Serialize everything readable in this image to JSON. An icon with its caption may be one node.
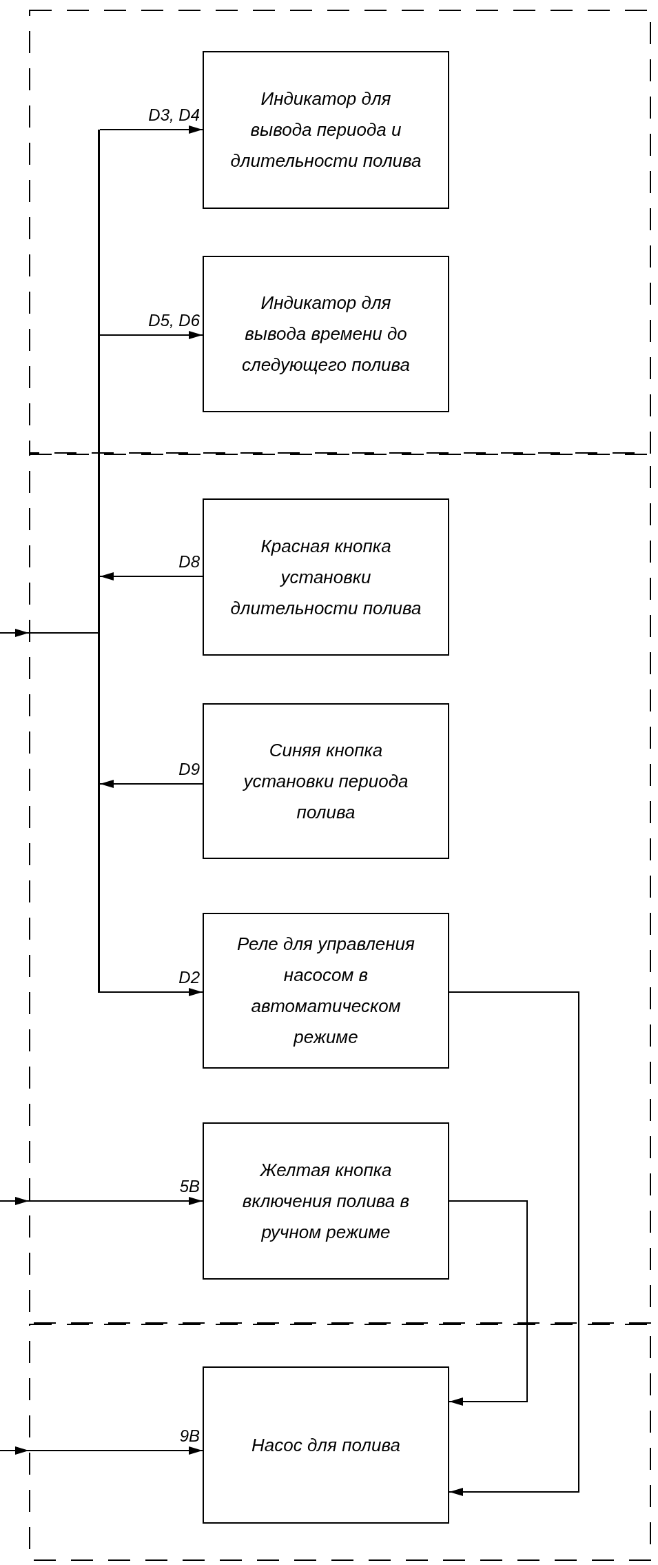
{
  "diagram": {
    "nodes": [
      {
        "text": [],
        "shape": "box"
      },
      {
        "text": [
          "Индикатор для вывода периода и длительности полива"
        ],
        "in": 0
      },
      {
        "text": [
          "Индикатор для вывода времени до следующего полива"
        ],
        "in": 0
      },
      {
        "text": [],
        "shape": "box"
      },
      {
        "text": [
          "Красная кнопка установки длительности полива"
        ],
        "in": 3
      },
      {
        "text": [
          "Синяя кнопка установки периода полива"
        ],
        "in": 3
      },
      {
        "text": [
          "Реле для управления насосом в автоматическом режиме"
        ],
        "in": 3
      },
      {
        "text": [
          "Желтая кнопка включения полива в ручном режиме"
        ],
        "in": 3
      },
      {
        "text": [],
        "shape": "box"
      },
      {
        "text": [
          "Насос для полива"
        ],
        "in": 8
      },
      {
        "text": [],
        "shape": "bar"
      }
    ],
    "edges": [
      {
        "from": 10,
        "to": 1,
        "label": "D3, D4",
        "arrow": "to"
      },
      {
        "from": 10,
        "to": 2,
        "label": "D5, D6",
        "arrow": "to"
      },
      {
        "from": 4,
        "to": 10,
        "label": "D8",
        "arrow": "to"
      },
      {
        "from": 5,
        "to": 10,
        "label": "D9",
        "arrow": "to"
      },
      {
        "from": 10,
        "to": 6,
        "label": "D2",
        "arrow": "to"
      },
      {
        "from": null,
        "to": 3,
        "arrow": "to"
      },
      {
        "from": 3,
        "to": 10,
        "arrow": "none"
      },
      {
        "from": null,
        "to": 3,
        "arrow": "to"
      },
      {
        "from": 3,
        "to": 7,
        "label": "5В",
        "arrow": "to"
      },
      {
        "from": 6,
        "to": 9,
        "arrow": "to"
      },
      {
        "from": 7,
        "to": 9,
        "arrow": "to"
      },
      {
        "from": null,
        "to": 8,
        "arrow": "to"
      },
      {
        "from": 8,
        "to": 9,
        "label": "9В",
        "arrow": "to"
      }
    ]
  }
}
